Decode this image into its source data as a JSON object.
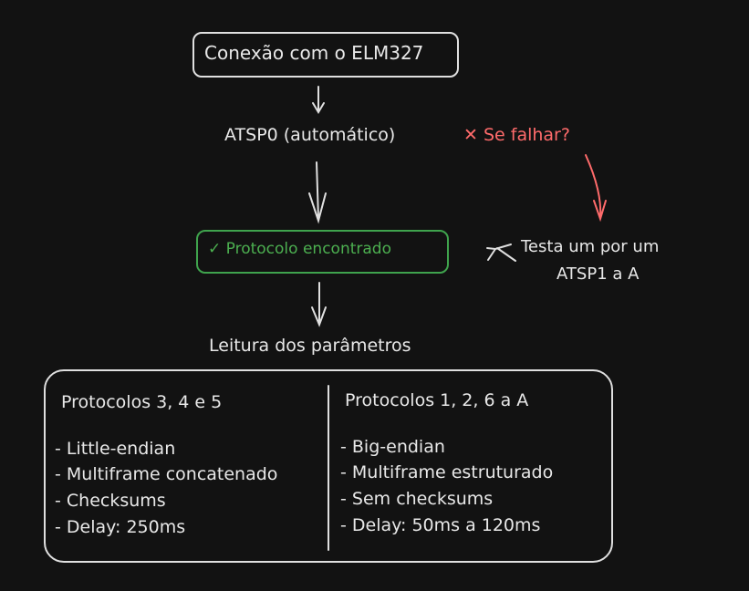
{
  "nodes": {
    "start": "Conexão com o ELM327",
    "auto": "ATSP0 (automático)",
    "fail": "✕ Se falhar?",
    "found": "✓ Protocolo encontrado",
    "test_line1": "Testa um por um",
    "test_line2": "ATSP1 a A",
    "read": "Leitura dos parâmetros"
  },
  "left": {
    "title": "Protocolos 3, 4 e 5",
    "items": [
      "- Little-endian",
      "- Multiframe concatenado",
      "- Checksums",
      "- Delay: 250ms"
    ]
  },
  "right": {
    "title": "Protocolos 1, 2, 6 a A",
    "items": [
      "- Big-endian",
      "- Multiframe estruturado",
      "- Sem checksums",
      "- Delay: 50ms a 120ms"
    ]
  },
  "colors": {
    "fail": "#ff6b6b",
    "success": "#3fa34d",
    "stroke": "#e0e0e0"
  }
}
